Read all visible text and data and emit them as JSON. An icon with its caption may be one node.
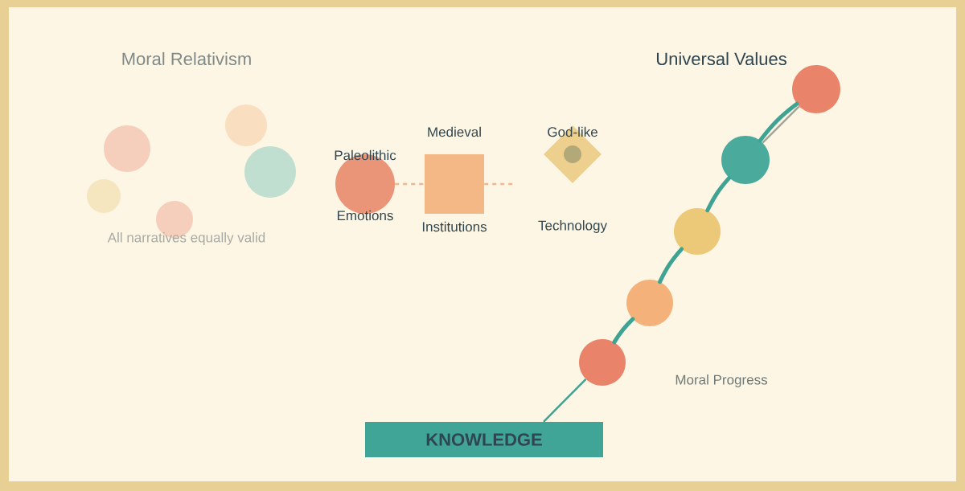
{
  "diagram": {
    "nodes": [
      {
        "text": [
          "KNOWLEDGE"
        ]
      },
      {
        "text": [],
        "shape": "circle"
      },
      {
        "text": [],
        "shape": "circle"
      },
      {
        "text": [],
        "shape": "circle"
      },
      {
        "text": [],
        "shape": "circle"
      },
      {
        "text": [],
        "shape": "circle"
      },
      {
        "text": [
          "Paleolithic",
          "Emotions"
        ]
      },
      {
        "text": [
          "Medieval",
          "Institutions"
        ]
      },
      {
        "text": [
          "God-like",
          "Technology"
        ]
      },
      {
        "text": [],
        "shape": "circle"
      },
      {
        "text": [],
        "shape": "circle"
      },
      {
        "text": [],
        "shape": "circle"
      },
      {
        "text": [],
        "shape": "circle"
      },
      {
        "text": [],
        "shape": "circle"
      }
    ],
    "edges": [
      {
        "from": 0,
        "to": 1,
        "arrow": "none"
      },
      {
        "from": 1,
        "to": 2,
        "arrow": "none",
        "style": "thick"
      },
      {
        "from": 2,
        "to": 3,
        "arrow": "none",
        "style": "thick"
      },
      {
        "from": 3,
        "to": 4,
        "arrow": "none",
        "style": "thick"
      },
      {
        "from": 4,
        "to": 5,
        "arrow": "none",
        "style": "thick"
      },
      {
        "from": 4,
        "to": 5,
        "arrow": "none",
        "color": "#a3a596"
      },
      {
        "from": 6,
        "to": 7,
        "arrow": "none",
        "style": "dashed",
        "color": "#f2b592"
      },
      {
        "from": 7,
        "to": null,
        "arrow": "none",
        "style": "dashed",
        "color": "#f2b592"
      }
    ],
    "labels": [
      "Moral Relativism",
      "Universal Values",
      "All narratives equally valid",
      "Moral Progress"
    ]
  }
}
